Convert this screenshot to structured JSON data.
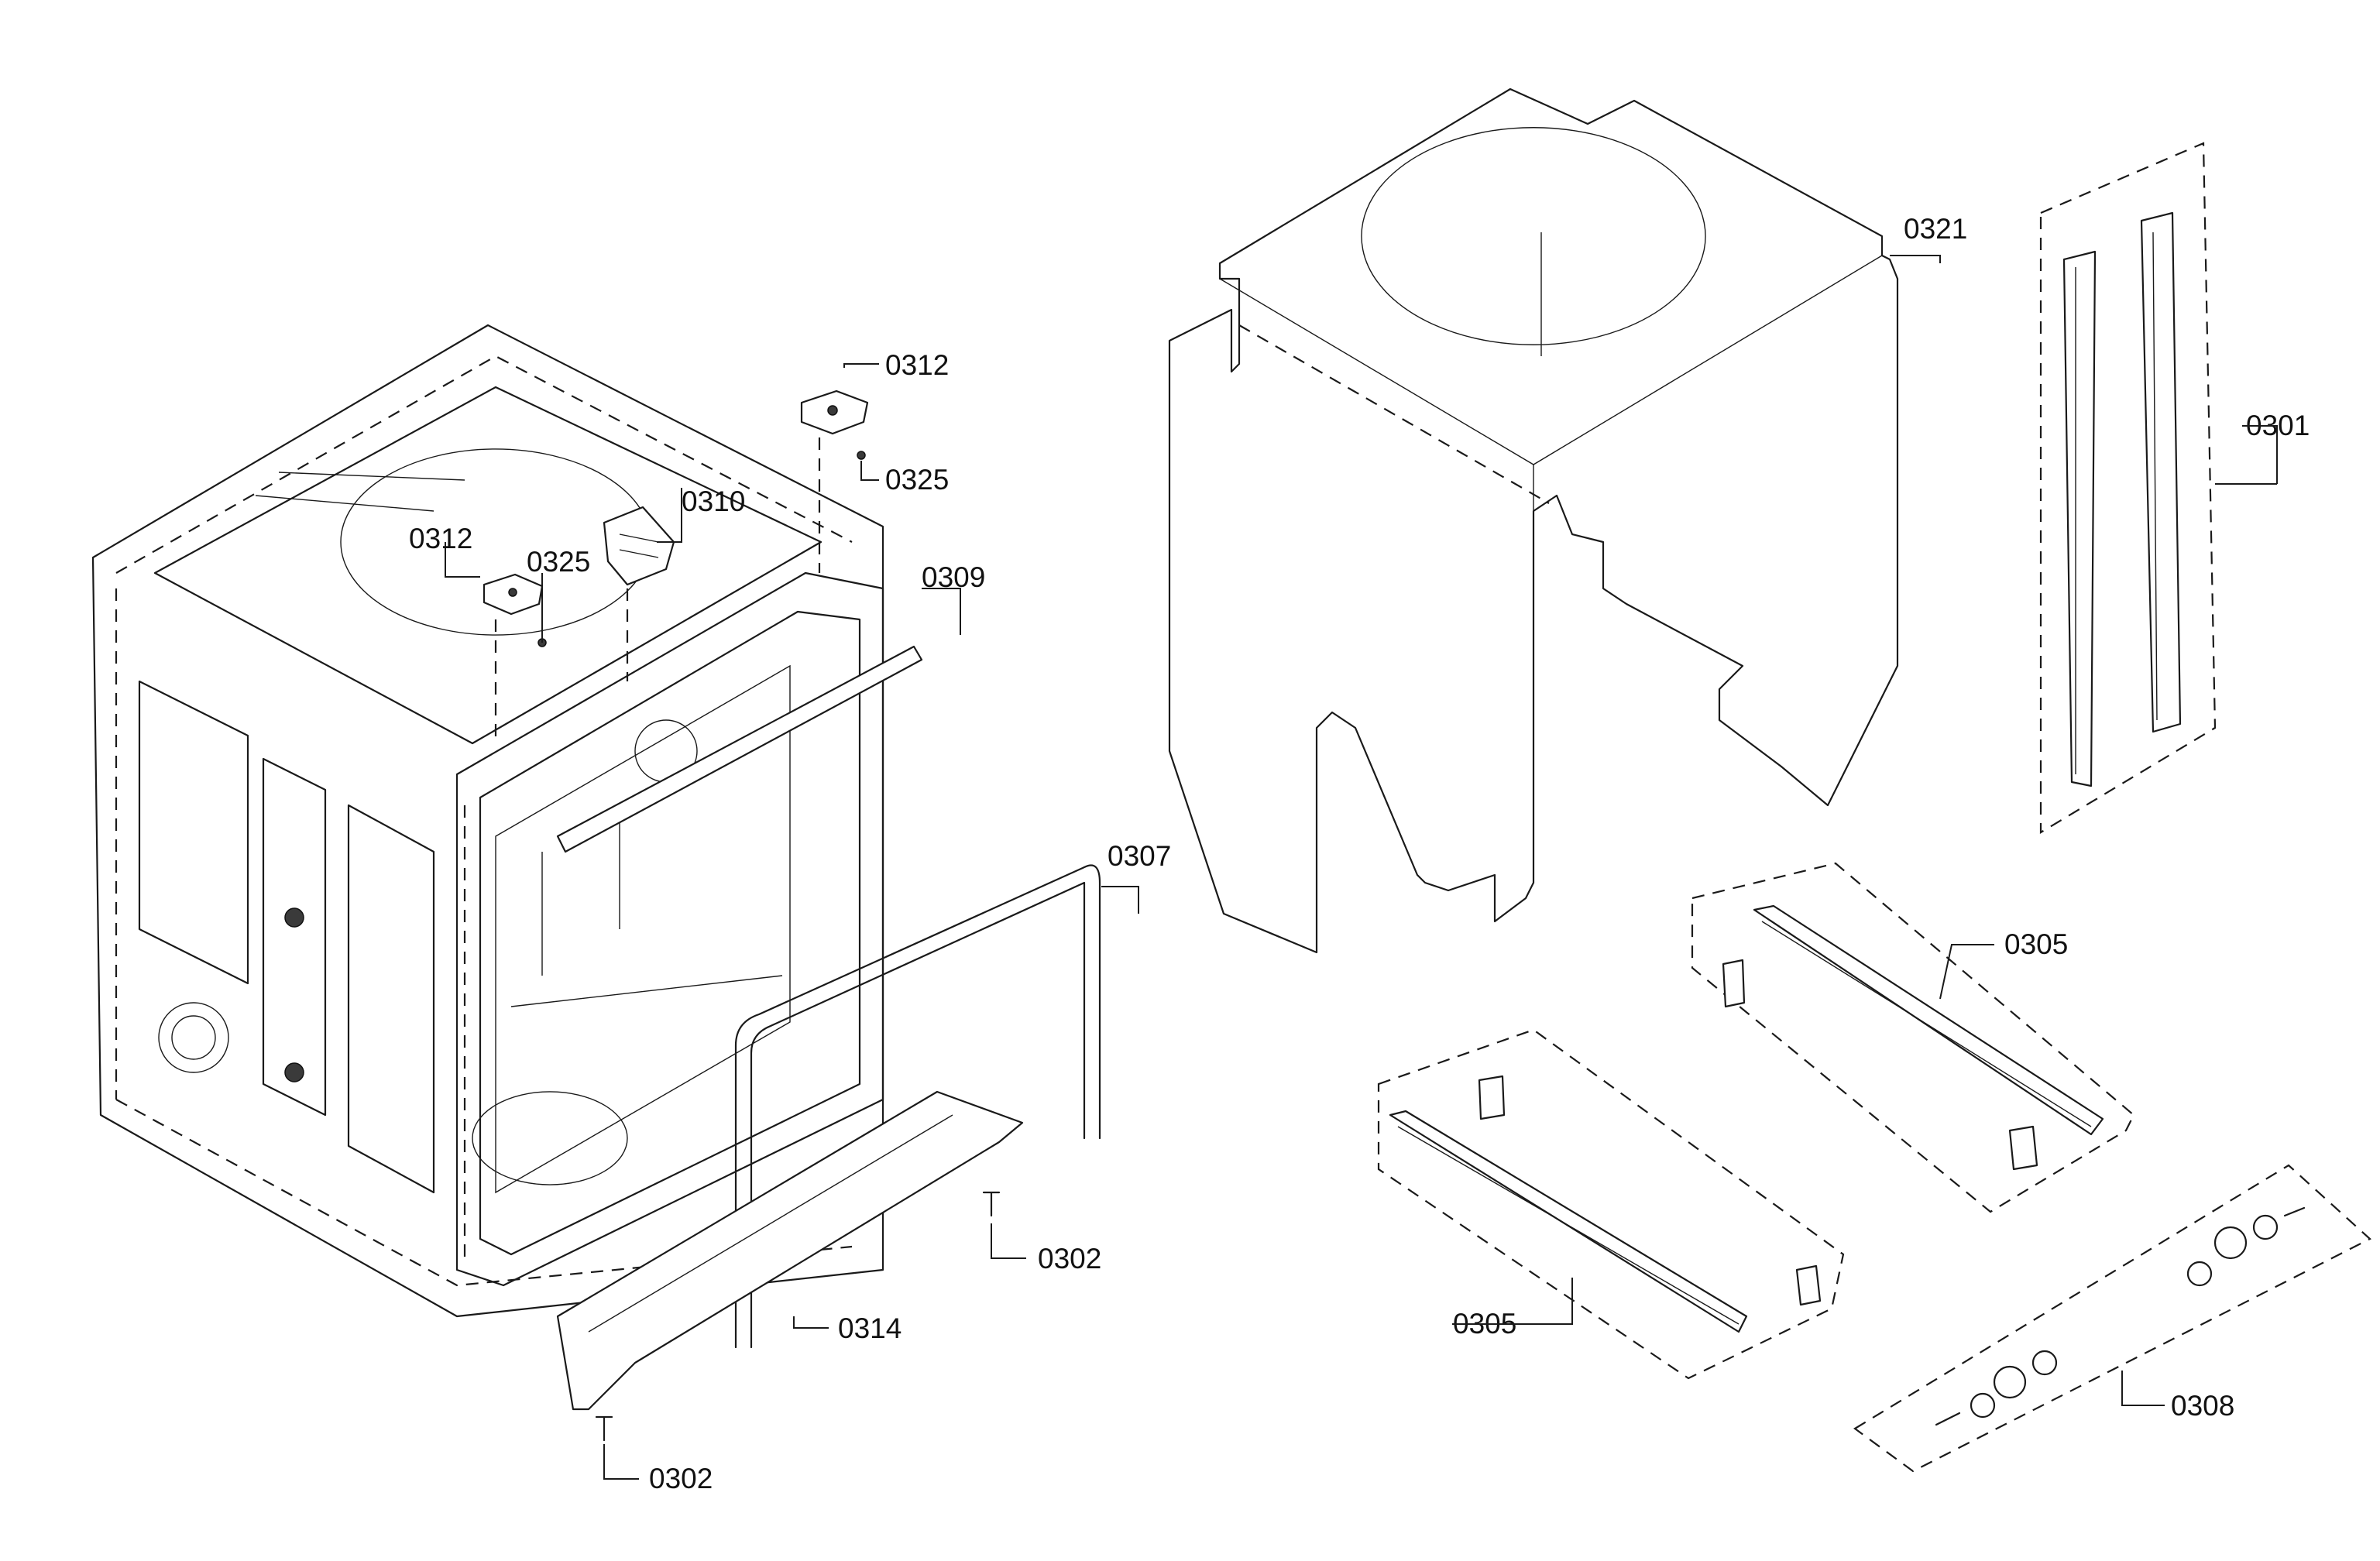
{
  "diagram": {
    "callouts": [
      {
        "id": "c0312a",
        "label": "0312"
      },
      {
        "id": "c0325a",
        "label": "0325"
      },
      {
        "id": "c0310",
        "label": "0310"
      },
      {
        "id": "c0312b",
        "label": "0312"
      },
      {
        "id": "c0325b",
        "label": "0325"
      },
      {
        "id": "c0309",
        "label": "0309"
      },
      {
        "id": "c0307",
        "label": "0307"
      },
      {
        "id": "c0302a",
        "label": "0302"
      },
      {
        "id": "c0314",
        "label": "0314"
      },
      {
        "id": "c0302b",
        "label": "0302"
      },
      {
        "id": "c0321",
        "label": "0321"
      },
      {
        "id": "c0301",
        "label": "0301"
      },
      {
        "id": "c0305a",
        "label": "0305"
      },
      {
        "id": "c0305b",
        "label": "0305"
      },
      {
        "id": "c0308",
        "label": "0308"
      }
    ],
    "colors": {
      "line": "#1a1a1a",
      "background": "#ffffff"
    }
  }
}
